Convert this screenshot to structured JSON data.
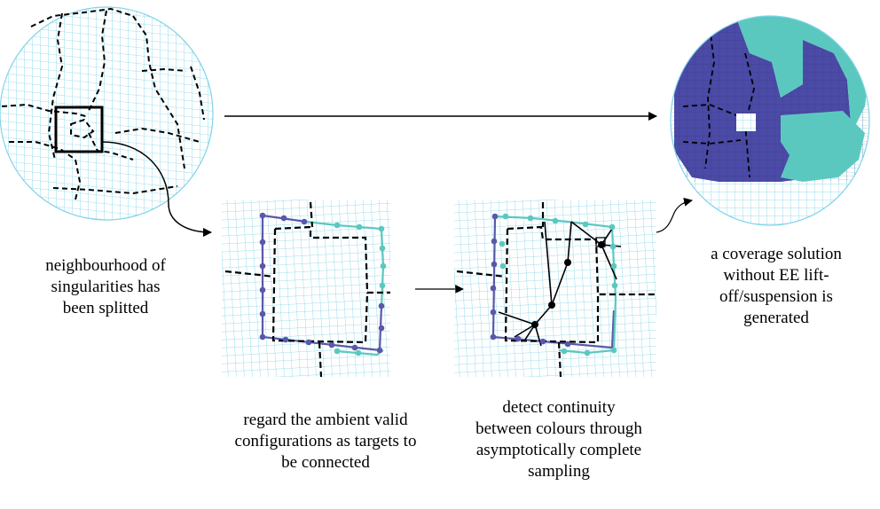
{
  "captions": {
    "left": [
      "neighbourhood of",
      "singularities has",
      "been splitted"
    ],
    "middle": [
      "regard the ambient valid",
      "configurations as targets to",
      "be connected"
    ],
    "sampling": [
      "detect continuity",
      "between colours through",
      "asymptotically complete",
      "sampling"
    ],
    "right": [
      "a coverage solution",
      "without EE lift-",
      "off/suspension is",
      "generated"
    ]
  },
  "colors": {
    "mesh": "#7fd3e8",
    "teal": "#5bc8c0",
    "purple": "#5a58a8",
    "dark_blue": "#4b4aa6",
    "black": "#000000"
  }
}
